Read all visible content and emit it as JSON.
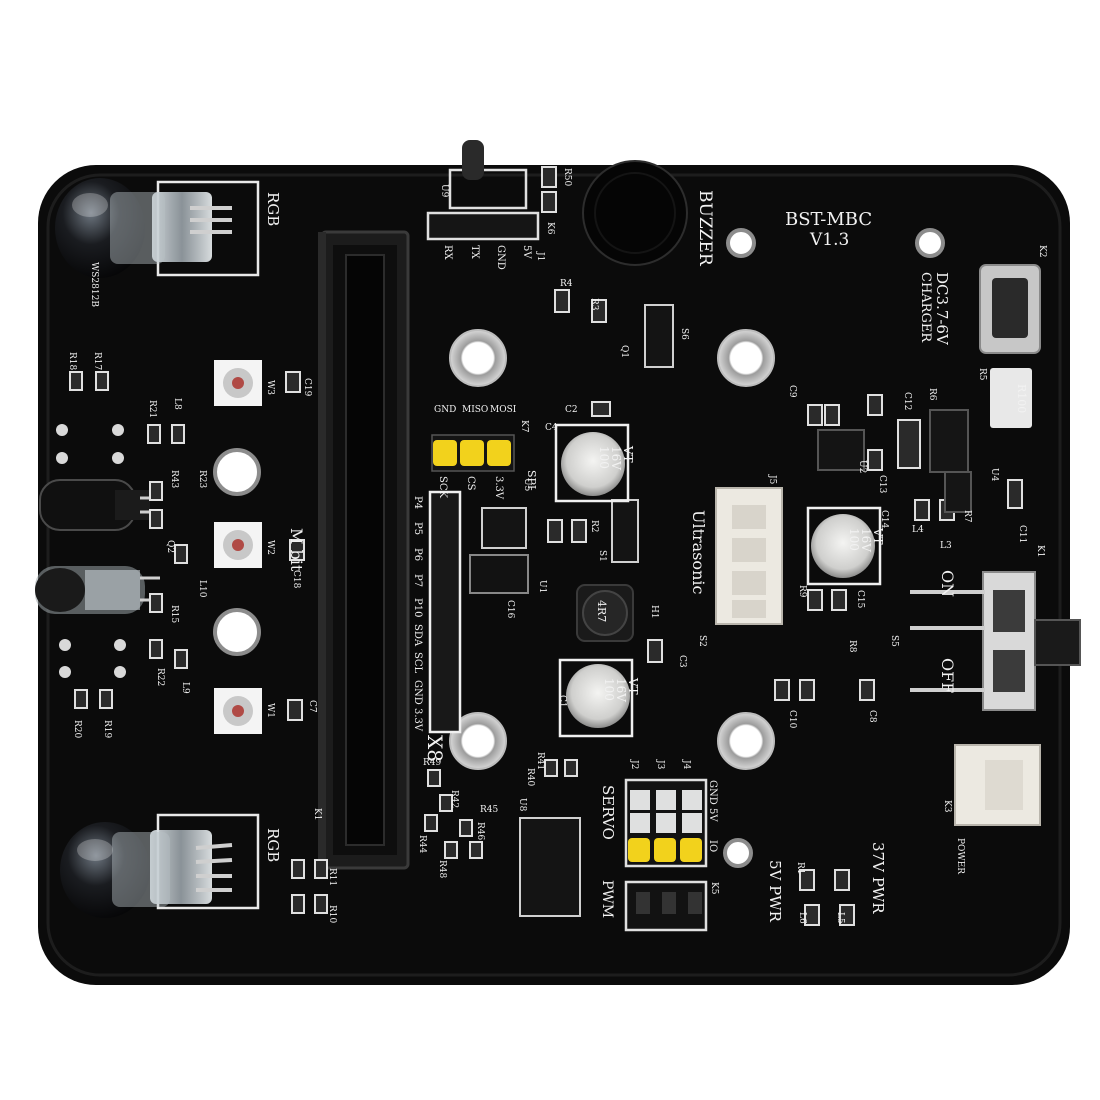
{
  "board": {
    "model": "BST-MBC",
    "version": "V1.3",
    "buzzer": "BUZZER",
    "charger_top": "DC3.7-6V",
    "charger_bottom": "CHARGER",
    "rgb_top": "RGB",
    "rgb_bottom": "RGB",
    "mbit": "M bit",
    "ultrasonic": "Ultrasonic",
    "servo": "SERVO",
    "pwm": "PWM",
    "pwr_5v": "5V PWR",
    "pwr_37v": "37V PWR",
    "on": "ON",
    "off": "OFF",
    "power": "POWER",
    "cap_top": [
      "100",
      "16V",
      "VT"
    ],
    "cap_mid": [
      "100",
      "16V",
      "VT"
    ],
    "cap_bottom": [
      "100",
      "16V",
      "VT"
    ],
    "inductor": "4R7",
    "resistor": "R100",
    "serial_pins": [
      "RX",
      "TX",
      "GND",
      "5V"
    ],
    "spi_pins": [
      "GND",
      "MISO",
      "MOSI"
    ],
    "spi_pins2": [
      "SCK",
      "CS",
      "3.3V"
    ],
    "spi_label": "SPI",
    "io_pins": [
      "P4",
      "P5",
      "P6",
      "P7",
      "P10",
      "SDA",
      "SCL",
      "GND",
      "3.3V"
    ],
    "header_pins": [
      "GND",
      "5V",
      "IO"
    ],
    "x8": "X8",
    "refs": {
      "u9": "U9",
      "r50": "R50",
      "k6": "K6",
      "j1": "J1",
      "s6": "S6",
      "q1": "Q1",
      "r3": "R3",
      "r4": "R4",
      "k2": "K2",
      "r5": "R5",
      "r6": "R6",
      "c12": "C12",
      "c2": "C2",
      "c4": "C4",
      "k7": "K7",
      "u5": "U5",
      "j5": "J5",
      "r2": "R2",
      "s1": "S1",
      "u1": "U1",
      "c16": "C16",
      "h1": "H1",
      "c1": "C1",
      "c3": "C3",
      "s2": "S2",
      "c9": "C9",
      "c13": "C13",
      "c14": "C14",
      "u2": "U2",
      "u4": "U4",
      "r7": "R7",
      "l4": "L4",
      "l3": "L3",
      "c11": "C11",
      "k1": "K1",
      "s5": "S5",
      "c15": "C15",
      "r8": "R8",
      "r9": "R9",
      "c10": "C10",
      "c8": "C8",
      "c19": "C19",
      "w3": "W3",
      "l8": "L8",
      "r21": "R21",
      "r18": "R18",
      "r17": "R17",
      "r23": "R23",
      "r43": "R43",
      "q2": "Q2",
      "w2": "W2",
      "c18": "C18",
      "l10": "L10",
      "r15": "R15",
      "r22": "R22",
      "l9": "L9",
      "w1": "W1",
      "c7": "C7",
      "r19": "R19",
      "r20": "R20",
      "r49": "R49",
      "r41": "R41",
      "r40": "R40",
      "u8": "U8",
      "r45": "R45",
      "r46": "R46",
      "r44": "R44",
      "r42": "R42",
      "r48": "R48",
      "j2": "J2",
      "j3": "J3",
      "j4": "J4",
      "k5": "K5",
      "k3": "K3",
      "r1": "R1",
      "l6": "L6",
      "l5": "L5",
      "r10": "R10",
      "r11": "R11",
      "k1b": "K1",
      "ws": "WS2812B"
    }
  },
  "colors": {
    "pcb": "#0b0b0b",
    "silkscreen": "#f2f2f2",
    "header_yellow": "#f2d21c",
    "connector_white": "#ece9e1",
    "led_clear": "#cfd7dc"
  }
}
